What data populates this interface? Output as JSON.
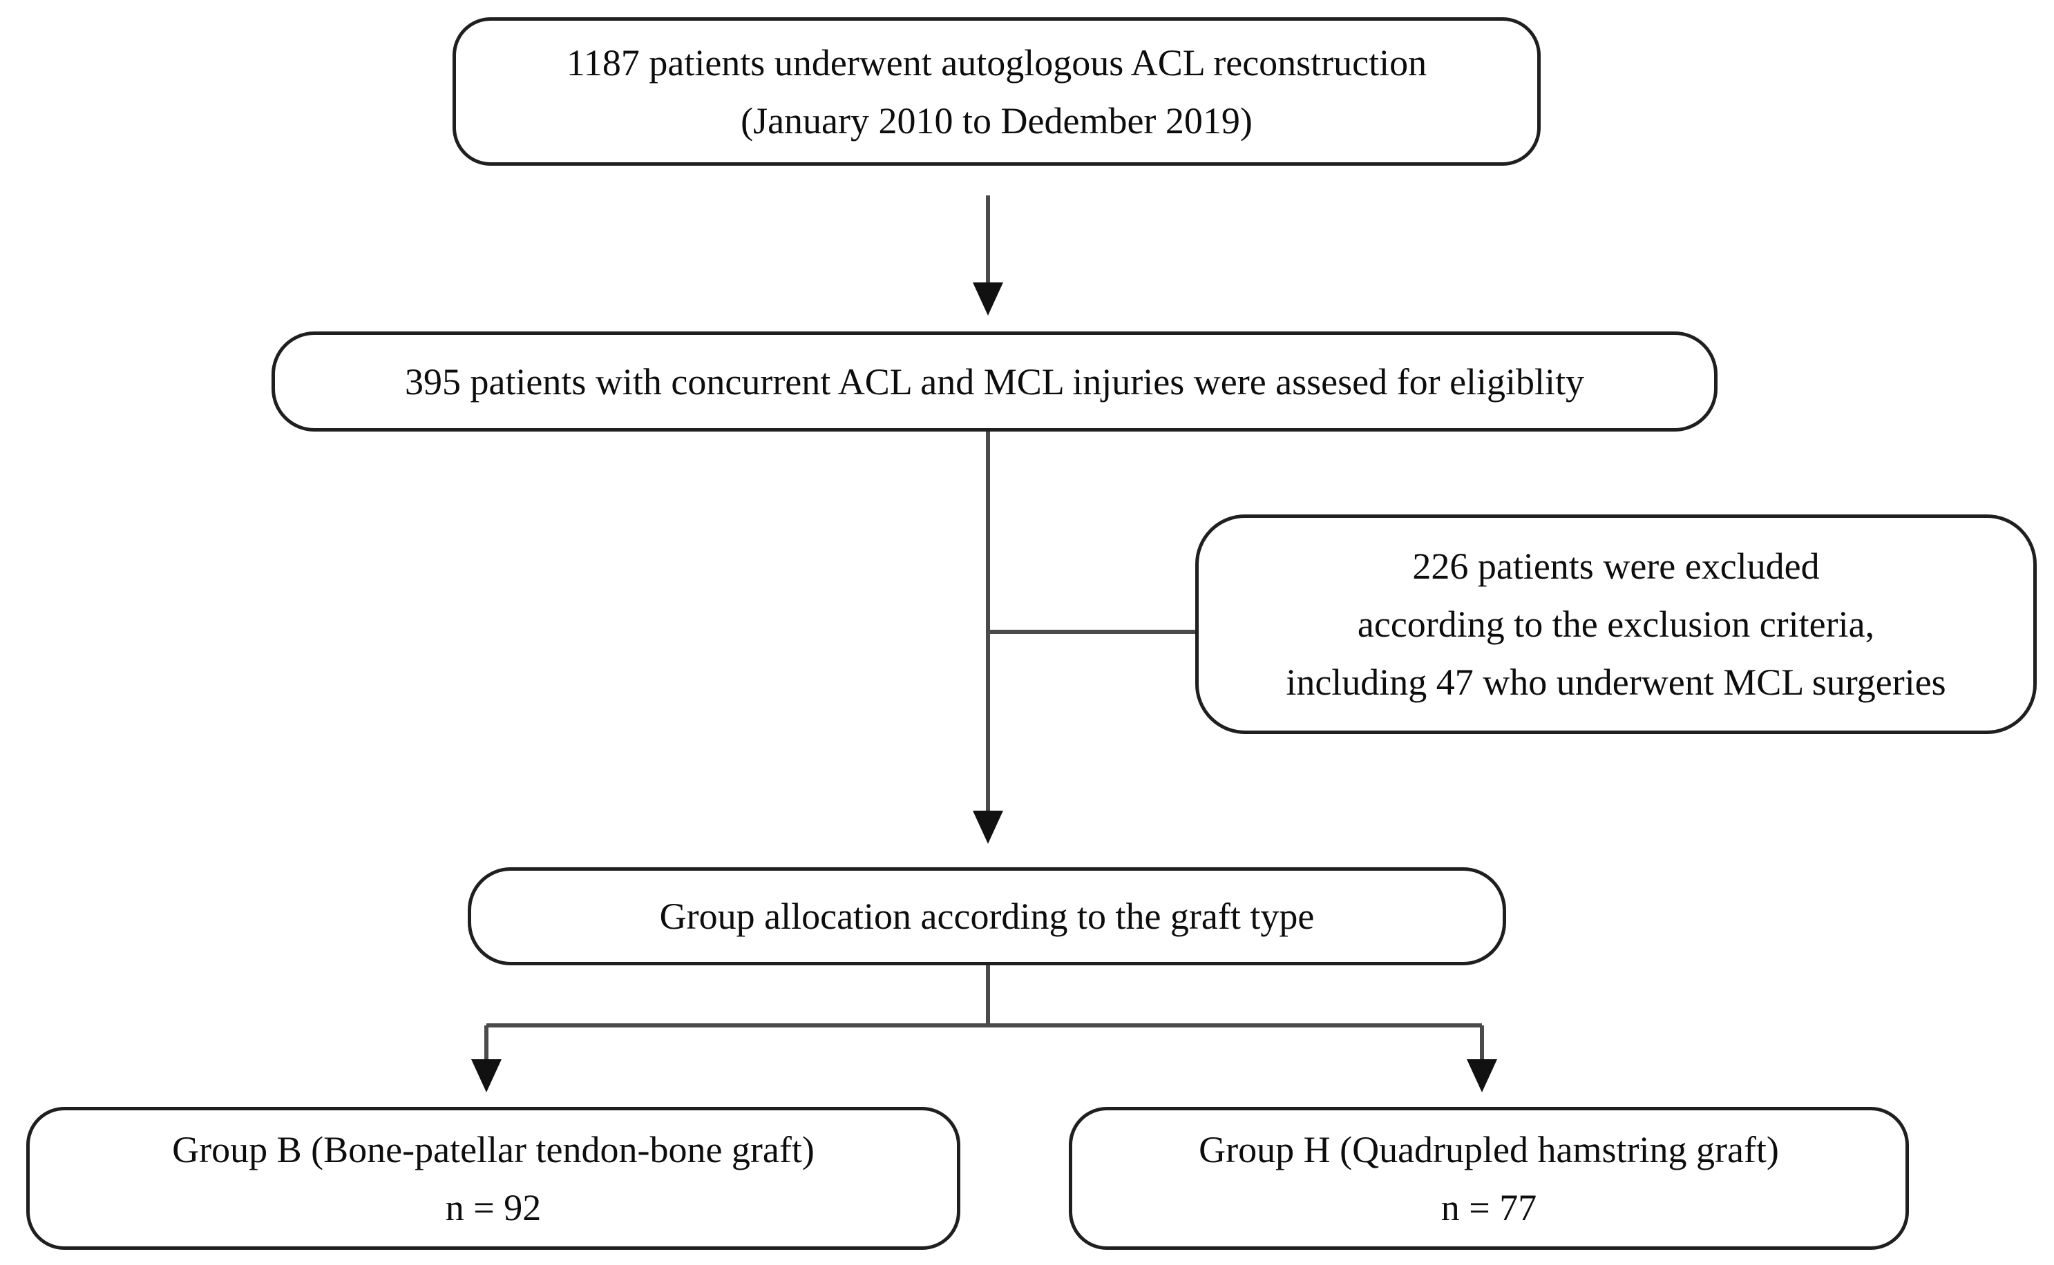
{
  "colors": {
    "background": "#ffffff",
    "box_border": "#1f1f1f",
    "connector_line": "#4a4a4a",
    "arrowhead": "#111111",
    "text": "#0d0d0d"
  },
  "flowchart": {
    "nodes": {
      "reconstruction": {
        "lines": [
          "1187 patients underwent autoglogous ACL reconstruction",
          "(January 2010 to Dedember 2019)"
        ]
      },
      "eligibility": {
        "lines": [
          "395 patients with concurrent ACL and MCL injuries were assesed for eligiblity"
        ]
      },
      "excluded": {
        "lines": [
          "226 patients were excluded",
          "according to the exclusion criteria,",
          "including 47 who underwent MCL surgeries"
        ]
      },
      "allocation": {
        "lines": [
          "Group allocation according to the graft type"
        ]
      },
      "group_b": {
        "lines": [
          "Group B (Bone-patellar tendon-bone graft)",
          "n = 92"
        ]
      },
      "group_h": {
        "lines": [
          "Group H (Quadrupled hamstring graft)",
          "n = 77"
        ]
      }
    },
    "edges": [
      {
        "from": "reconstruction",
        "to": "eligibility",
        "type": "arrow"
      },
      {
        "from": "eligibility",
        "to": "allocation",
        "type": "arrow"
      },
      {
        "from": "eligibility",
        "to": "excluded",
        "type": "branch-line"
      },
      {
        "from": "allocation",
        "to": "group_b",
        "type": "arrow"
      },
      {
        "from": "allocation",
        "to": "group_h",
        "type": "arrow"
      }
    ]
  }
}
